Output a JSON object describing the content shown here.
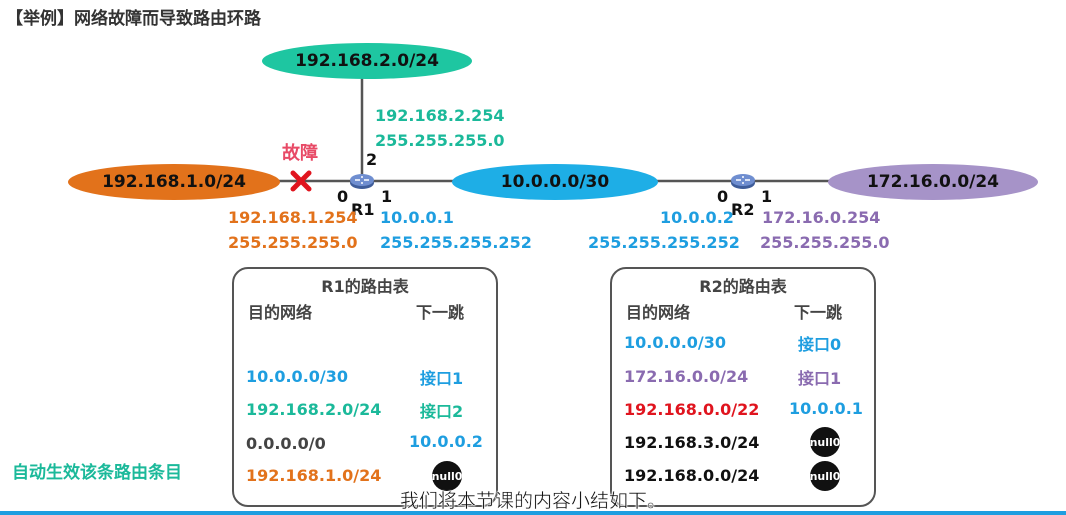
{
  "title": "【举例】网络故障而导致路由环路",
  "networks": {
    "top": "192.168.2.0/24",
    "left": "192.168.1.0/24",
    "middle": "10.0.0.0/30",
    "right": "172.16.0.0/24"
  },
  "fault_label": "故障",
  "routers": {
    "r1": "R1",
    "r2": "R2"
  },
  "ports": {
    "r1_p0": "0",
    "r1_p1": "1",
    "r1_p2": "2",
    "r2_p0": "0",
    "r2_p1": "1"
  },
  "addresses": {
    "r1_p2_ip": "192.168.2.254",
    "r1_p2_mask": "255.255.255.0",
    "r1_p0_ip": "192.168.1.254",
    "r1_p0_mask": "255.255.255.0",
    "r1_p1_ip": "10.0.0.1",
    "r1_p1_mask": "255.255.255.252",
    "r2_p0_ip": "10.0.0.2",
    "r2_p0_mask": "255.255.255.252",
    "r2_p1_ip": "172.16.0.254",
    "r2_p1_mask": "255.255.255.0"
  },
  "r1_table": {
    "title": "R1的路由表",
    "col_dest": "目的网络",
    "col_hop": "下一跳",
    "rows": [
      {
        "dest": "10.0.0.0/30",
        "hop": "接口1"
      },
      {
        "dest": "192.168.2.0/24",
        "hop": "接口2"
      },
      {
        "dest": "0.0.0.0/0",
        "hop": "10.0.0.2"
      },
      {
        "dest": "192.168.1.0/24",
        "hop": "null0"
      }
    ]
  },
  "r2_table": {
    "title": "R2的路由表",
    "col_dest": "目的网络",
    "col_hop": "下一跳",
    "rows": [
      {
        "dest": "10.0.0.0/30",
        "hop": "接口0"
      },
      {
        "dest": "172.16.0.0/24",
        "hop": "接口1"
      },
      {
        "dest": "192.168.0.0/22",
        "hop": "10.0.0.1"
      },
      {
        "dest": "192.168.3.0/24",
        "hop": "null0"
      },
      {
        "dest": "192.168.0.0/24",
        "hop": "null0"
      }
    ]
  },
  "auto_label": "自动生效该条路由条目",
  "subtitle": "我们将本节课的内容小结如下。",
  "colors": {
    "teal": "#1bb99a",
    "orange": "#e2721b",
    "blue": "#1e9ee0",
    "purple": "#8a6bb0",
    "red": "#e0141e"
  }
}
